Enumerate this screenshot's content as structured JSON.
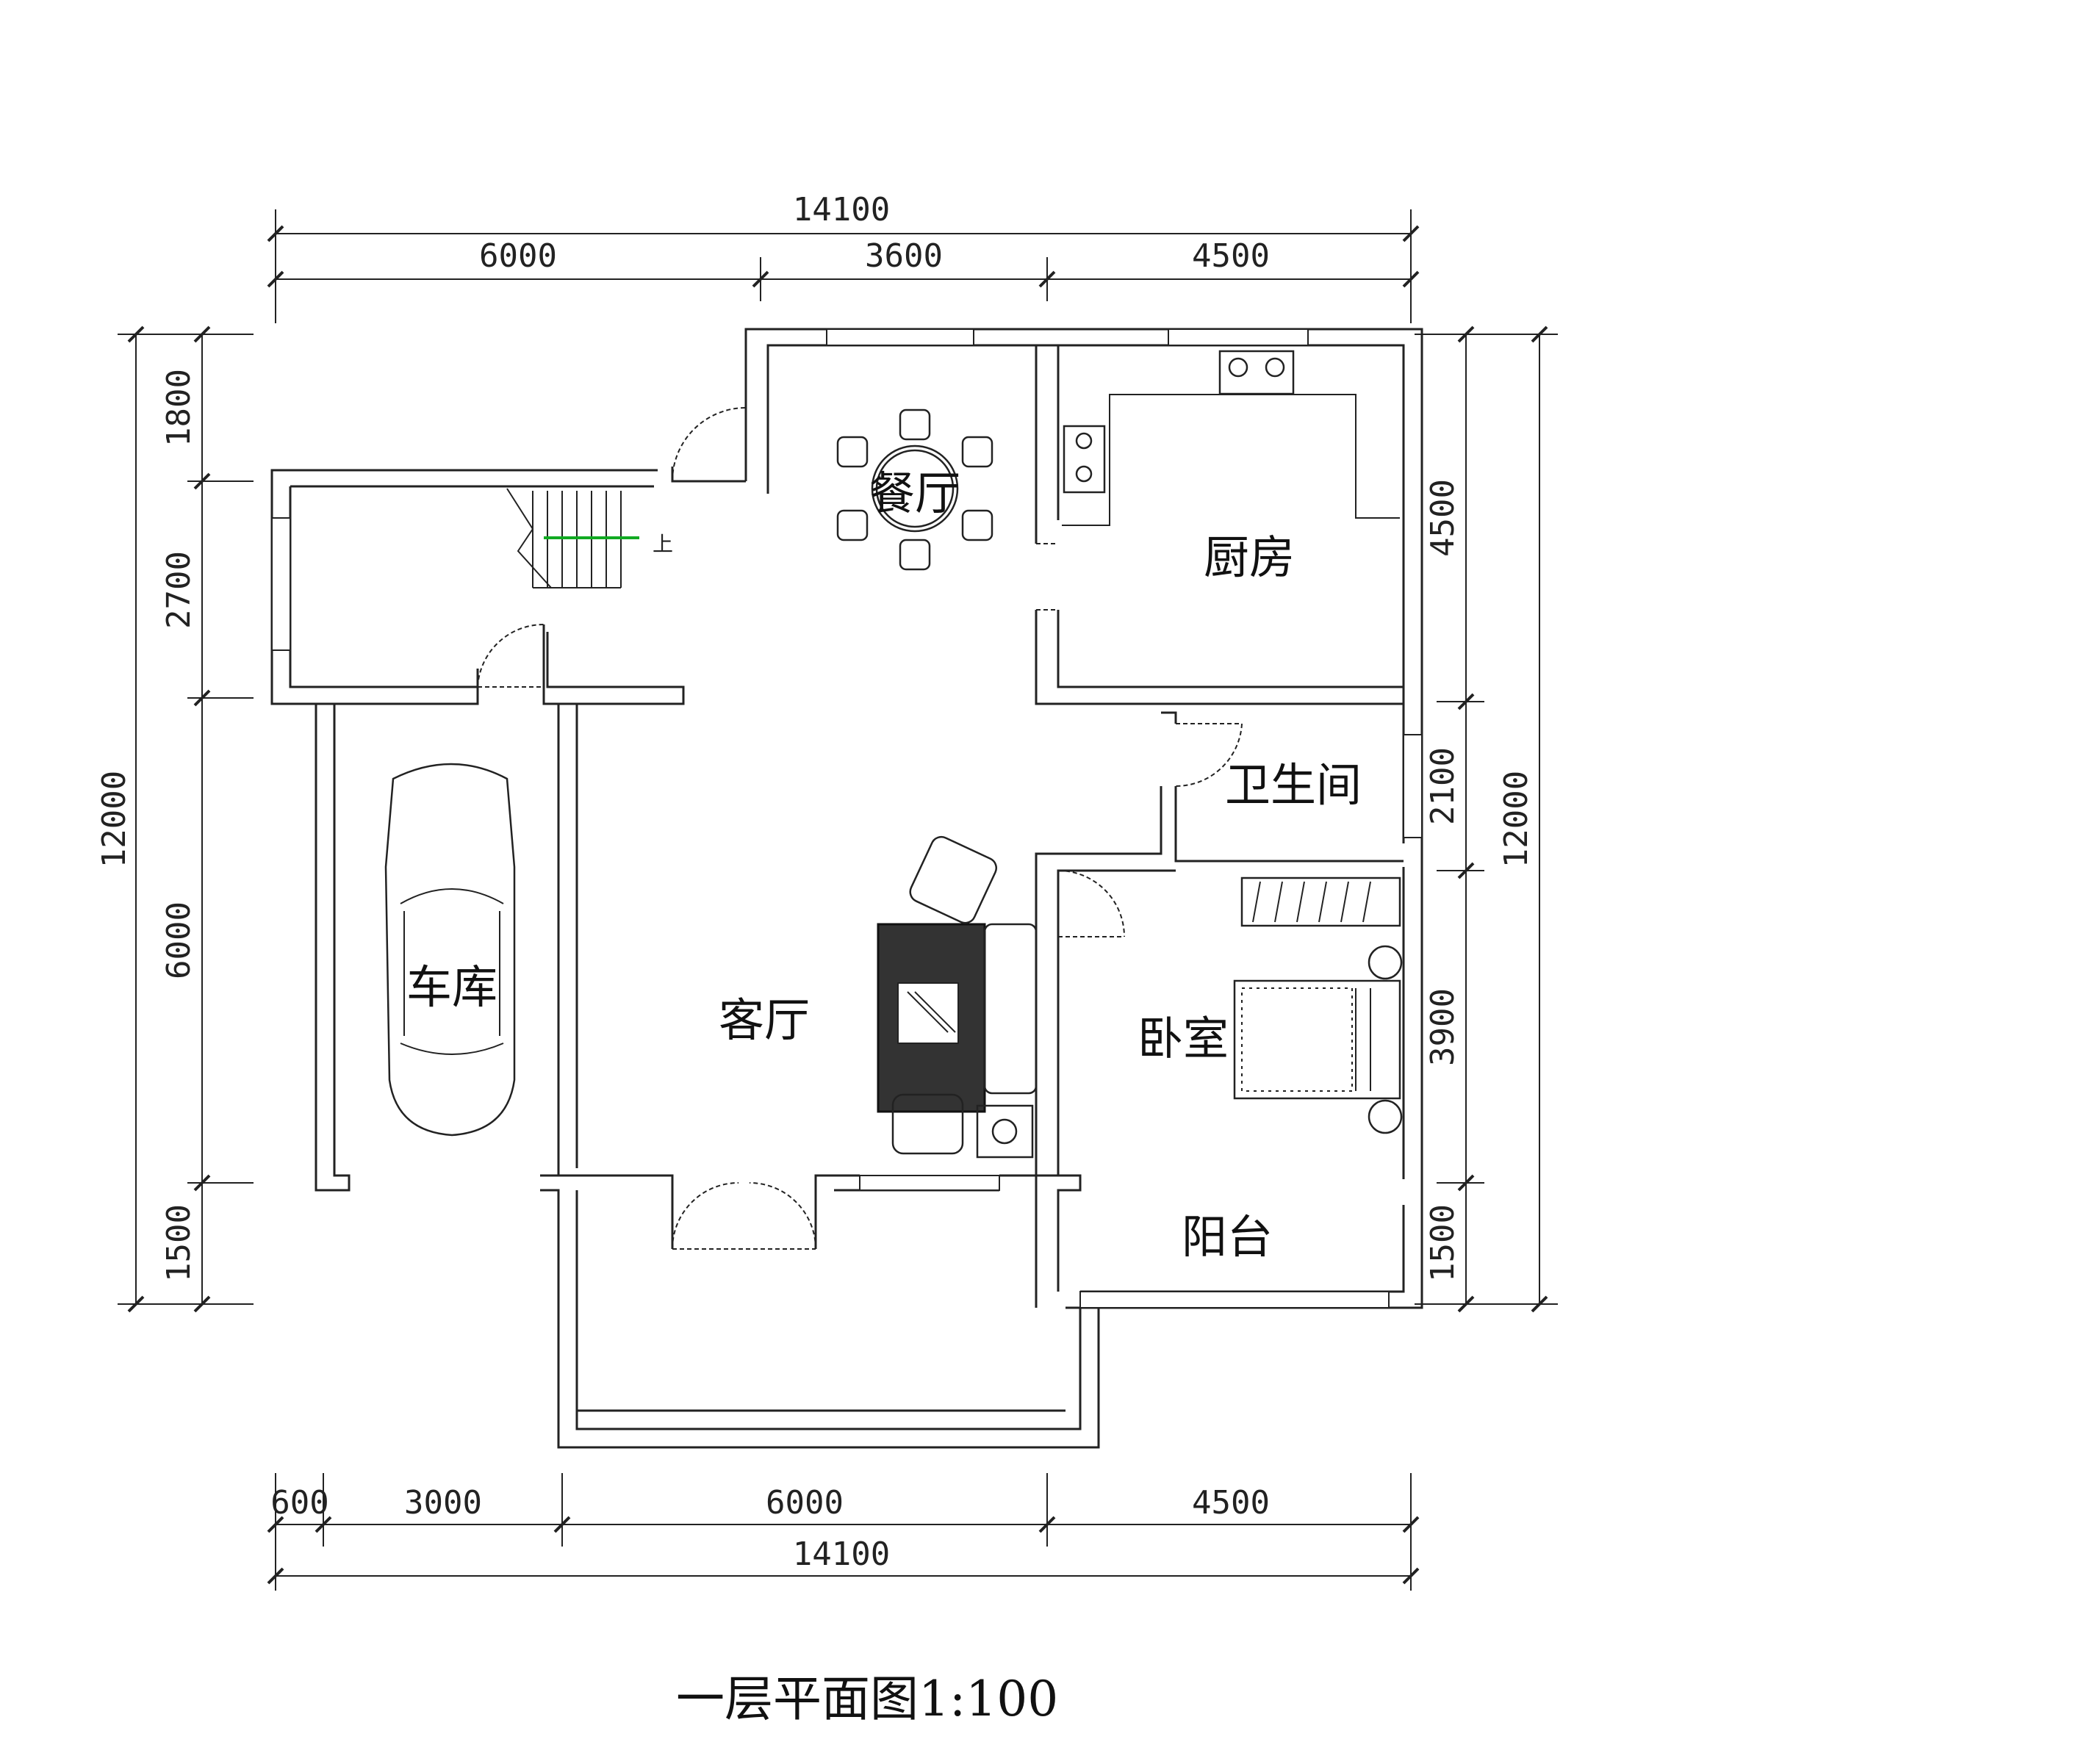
{
  "drawing": {
    "title": "一层平面图1:100",
    "accent_color": "#11aa22"
  },
  "rooms": {
    "dining": "餐厅",
    "kitchen": "厨房",
    "bathroom": "卫生间",
    "garage": "车库",
    "living": "客厅",
    "bedroom": "卧室",
    "balcony": "阳台"
  },
  "dimensions": {
    "top_total": "14100",
    "top_segments": [
      "6000",
      "3600",
      "4500"
    ],
    "bottom_segments": [
      "600",
      "3000",
      "6000",
      "4500"
    ],
    "bottom_total": "14100",
    "left_segments": [
      "1800",
      "2700",
      "6000",
      "1500"
    ],
    "left_total": "12000",
    "right_segments": [
      "4500",
      "2100",
      "3900",
      "1500"
    ],
    "right_total": "12000"
  }
}
